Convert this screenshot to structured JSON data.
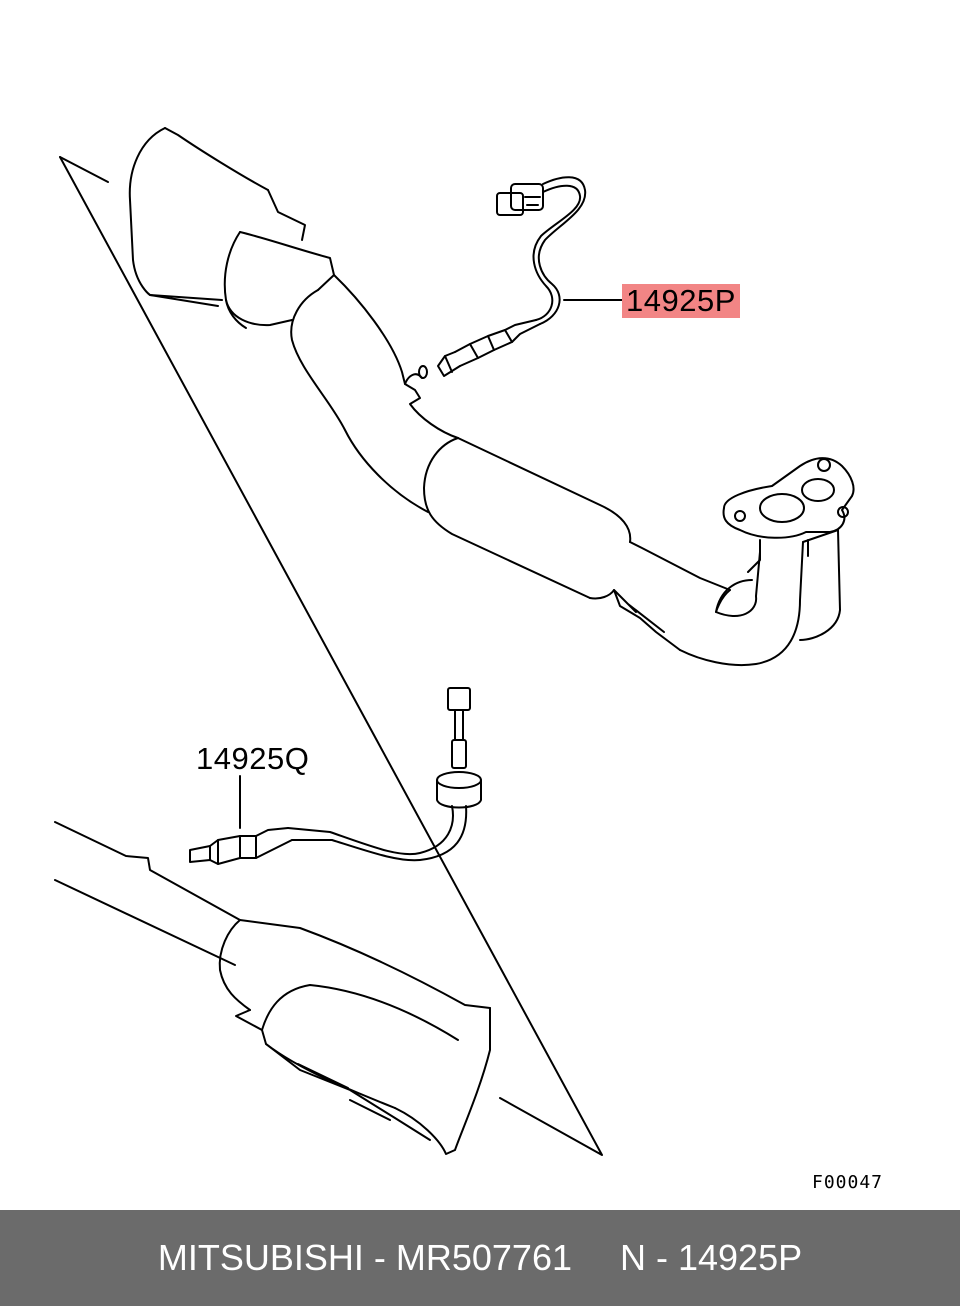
{
  "diagram": {
    "callouts": [
      {
        "id": "14925P",
        "text": "14925P",
        "highlight_color": "#f28585"
      },
      {
        "id": "14925Q",
        "text": "14925Q"
      }
    ],
    "figure_code": "F00047"
  },
  "footer": {
    "brand_part": "MITSUBISHI - MR507761",
    "ref_part": "N - 14925P",
    "background": "#6b6b6b"
  }
}
